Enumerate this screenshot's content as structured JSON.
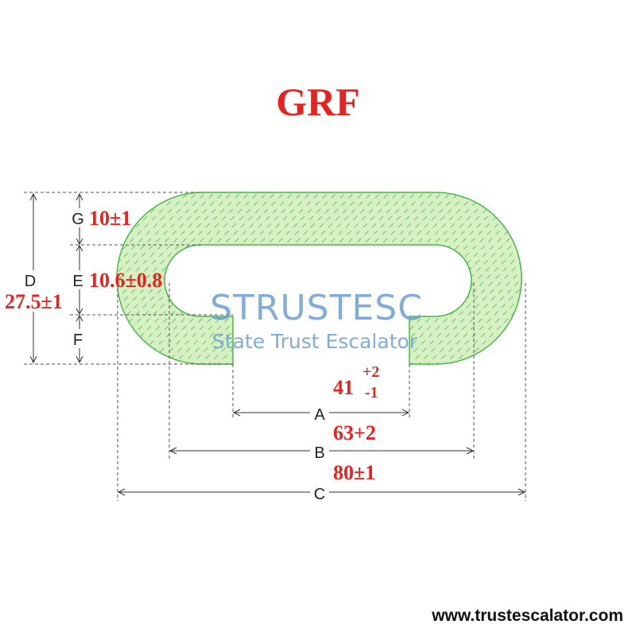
{
  "title": "GRF",
  "dimensions": {
    "G": {
      "label": "G",
      "value": "10±1"
    },
    "E": {
      "label": "E",
      "value": "10.6±0.8"
    },
    "F": {
      "label": "F"
    },
    "D": {
      "label": "D",
      "value": "27.5±1"
    },
    "A": {
      "label": "A",
      "value": "41",
      "tol_plus": "+2",
      "tol_minus": "-1"
    },
    "B": {
      "label": "B",
      "value": "63+2"
    },
    "C": {
      "label": "C",
      "value": "80±1"
    }
  },
  "watermark": {
    "brand": "STRUSTESC",
    "tagline": "State Trust Escalator"
  },
  "website": "www.trustescalator.com",
  "colors": {
    "title": "#e8231f",
    "values": "#e8231f",
    "profile_fill": "#d6f0c4",
    "profile_stroke": "#48b848",
    "watermark": "#6a9fd8"
  }
}
